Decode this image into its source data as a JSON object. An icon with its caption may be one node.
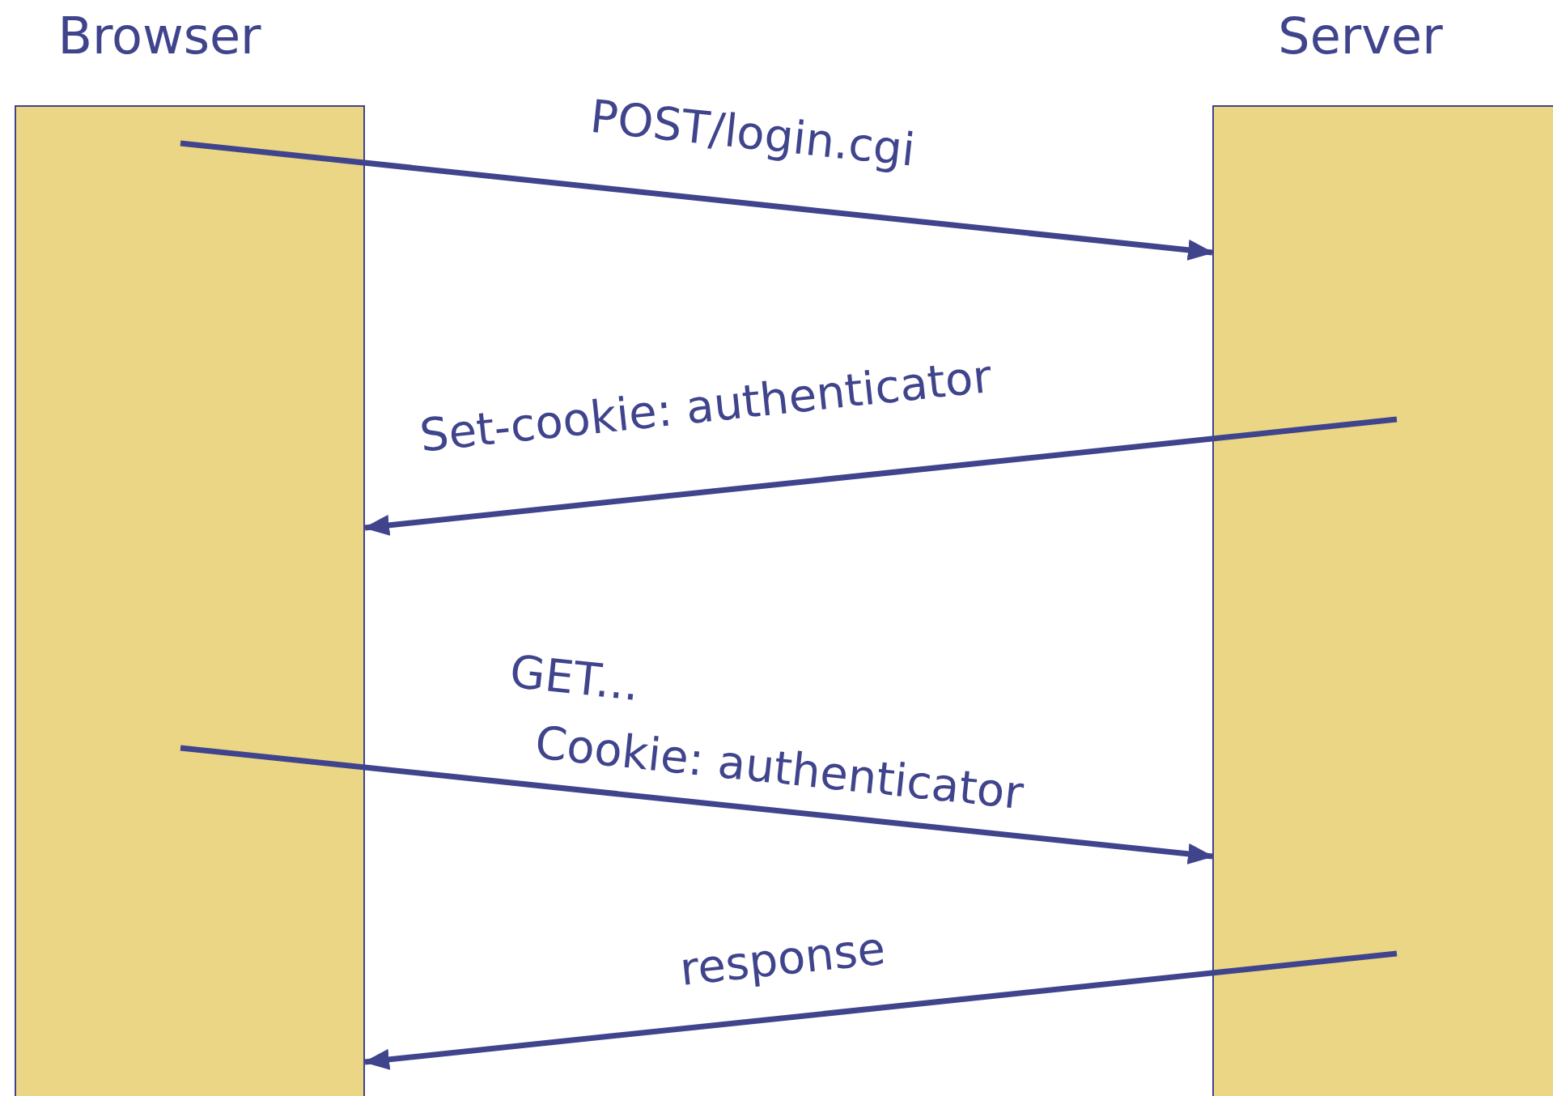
{
  "diagram": {
    "nodes": [
      {
        "text": [
          "Browser"
        ]
      },
      {
        "text": [
          "Server"
        ]
      }
    ],
    "edges": [
      {
        "from": 0,
        "to": 1,
        "arrow": "to",
        "label": "POST/login.cgi"
      },
      {
        "from": 1,
        "to": 0,
        "arrow": "to",
        "label": "Set-cookie: authenticator"
      },
      {
        "from": 0,
        "to": 1,
        "arrow": "to",
        "label": "Cookie: authenticator"
      },
      {
        "from": 1,
        "to": 0,
        "arrow": "to",
        "label": "response"
      }
    ],
    "labels": [
      "GET..."
    ]
  }
}
